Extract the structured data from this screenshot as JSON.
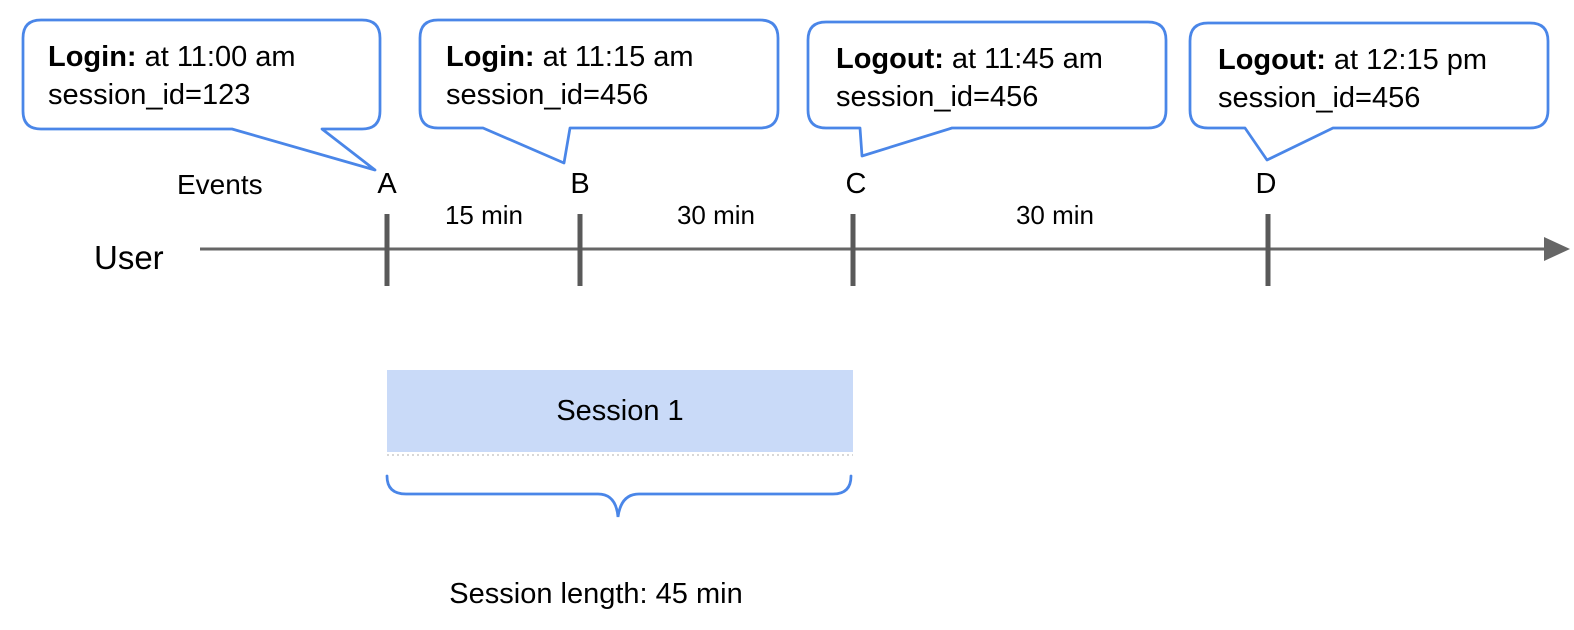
{
  "title": "User session timeline diagram",
  "colors": {
    "callout_border": "#4a86e8",
    "callout_fill": "#ffffff",
    "session_fill": "#c9daf8",
    "session_edge": "#cccccc",
    "axis": "#666666",
    "tick": "#595959",
    "brace": "#4a86e8",
    "text": "#000000"
  },
  "callouts": [
    {
      "title": "Login:",
      "time": "at 11:00 am",
      "session": "session_id=123"
    },
    {
      "title": "Login:",
      "time": "at 11:15 am",
      "session": "session_id=456"
    },
    {
      "title": "Logout:",
      "time": "at 11:45 am",
      "session": "session_id=456"
    },
    {
      "title": "Logout:",
      "time": "at 12:15 pm",
      "session": "session_id=456"
    }
  ],
  "timeline": {
    "row_label": "User",
    "events_label": "Events",
    "events": [
      {
        "label": "A"
      },
      {
        "label": "B"
      },
      {
        "label": "C"
      },
      {
        "label": "D"
      }
    ],
    "intervals": [
      {
        "label": "15 min"
      },
      {
        "label": "30 min"
      },
      {
        "label": "30 min"
      }
    ]
  },
  "session": {
    "label": "Session 1",
    "length_label": "Session length: 45 min"
  }
}
